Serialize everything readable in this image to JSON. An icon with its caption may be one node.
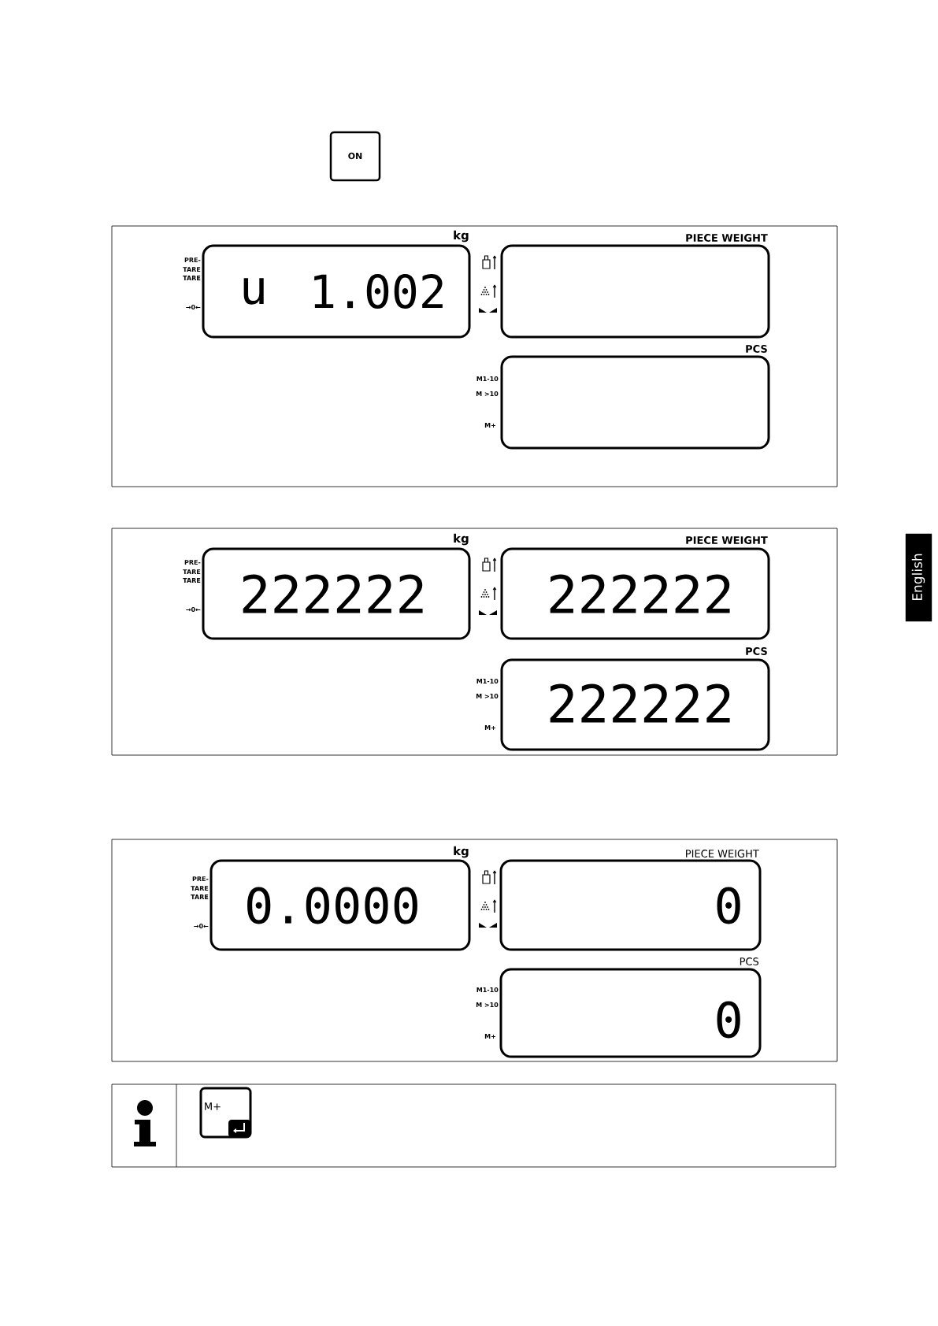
{
  "diagram": {
    "nodes": [
      {
        "text": [
          "ON"
        ]
      },
      {
        "text": [],
        "shape": "box"
      },
      {
        "text": [
          "kg",
          "u",
          "1.002"
        ],
        "in": 1,
        "beside": [
          "PRE- TARE",
          "TARE",
          "→0←"
        ]
      },
      {
        "text": [
          "PIECE WEIGHT"
        ],
        "in": 1
      },
      {
        "text": [
          "PCS"
        ],
        "in": 1,
        "beside": [
          "M1-10",
          "M >10",
          "M+"
        ]
      },
      {
        "text": [],
        "shape": "box"
      },
      {
        "text": [
          "kg",
          "222222"
        ],
        "in": 5,
        "beside": [
          "PRE- TARE",
          "TARE",
          "→0←"
        ]
      },
      {
        "text": [
          "PIECE WEIGHT",
          "222222"
        ],
        "in": 5
      },
      {
        "text": [
          "PCS",
          "222222"
        ],
        "in": 5,
        "beside": [
          "M1-10",
          "M >10",
          "M+"
        ]
      },
      {
        "text": [],
        "shape": "box"
      },
      {
        "text": [
          "kg",
          "0.0000"
        ],
        "in": 9,
        "beside": [
          "PRE- TARE",
          "TARE",
          "→0←"
        ]
      },
      {
        "text": [
          "PIECE WEIGHT",
          "0"
        ],
        "in": 9
      },
      {
        "text": [
          "PCS",
          "0"
        ],
        "in": 9,
        "beside": [
          "M1-10",
          "M >10",
          "M+"
        ]
      },
      {
        "text": [],
        "shape": "box"
      },
      {
        "text": [
          "M+"
        ],
        "in": 13
      },
      {
        "text": [
          "English"
        ]
      }
    ]
  }
}
